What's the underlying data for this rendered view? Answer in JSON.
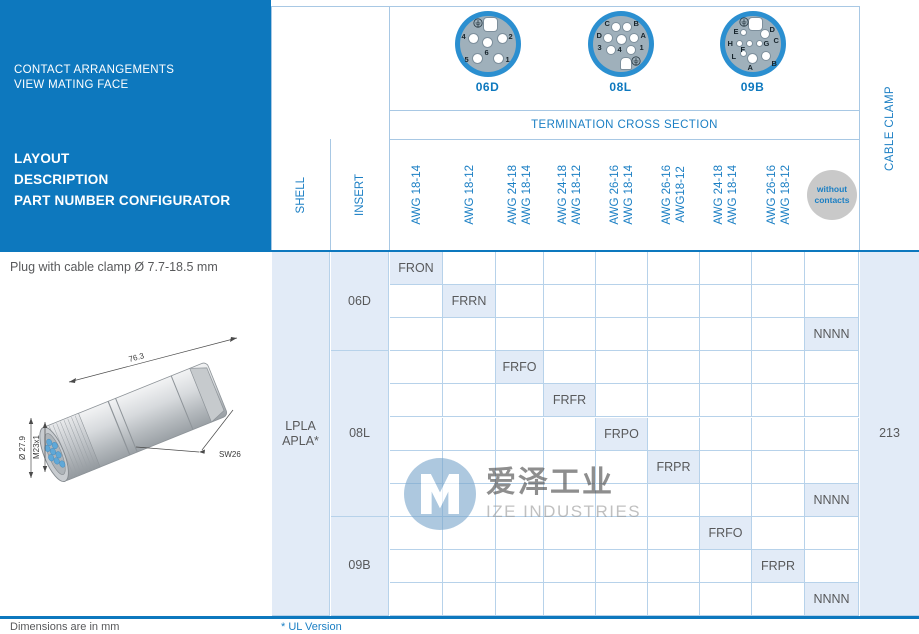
{
  "header": {
    "panel_line1": "CONTACT ARRANGEMENTS",
    "panel_line2": "VIEW MATING FACE",
    "panel_title1": "LAYOUT",
    "panel_title2": "DESCRIPTION",
    "panel_title3": "PART NUMBER CONFIGURATOR",
    "termination_header": "TERMINATION CROSS SECTION",
    "shell_label": "SHELL",
    "insert_label": "INSERT",
    "cable_clamp_label": "CABLE CLAMP",
    "without_contacts_line1": "without",
    "without_contacts_line2": "contacts"
  },
  "connectors": [
    {
      "name": "06D",
      "pins": [
        "4",
        "2",
        "6",
        "5",
        "1"
      ],
      "ground": true
    },
    {
      "name": "08L",
      "pins": [
        "C",
        "B",
        "D",
        "A",
        "3",
        "4",
        "1"
      ],
      "ground": true
    },
    {
      "name": "09B",
      "pins": [
        "E",
        "D",
        "C",
        "H",
        "F",
        "G",
        "L",
        "A",
        "B"
      ],
      "ground": true
    }
  ],
  "awg_columns": [
    {
      "line1": "AWG 18-14",
      "line2": ""
    },
    {
      "line1": "AWG 18-12",
      "line2": ""
    },
    {
      "line1": "AWG 24-18",
      "line2": "AWG 18-14"
    },
    {
      "line1": "AWG 24-18",
      "line2": "AWG 18-12"
    },
    {
      "line1": "AWG 26-16",
      "line2": "AWG 18-14"
    },
    {
      "line1": "AWG 26-16",
      "line2": "AWG18-12"
    },
    {
      "line1": "AWG 24-18",
      "line2": "AWG 18-14"
    },
    {
      "line1": "AWG 26-16",
      "line2": "AWG 18-12"
    },
    {
      "line1": "",
      "line2": ""
    }
  ],
  "row_description": "Plug with cable clamp Ø 7.7-18.5 mm",
  "shell_value": "LPLA\nAPLA*",
  "shell_value_line1": "LPLA",
  "shell_value_line2": "APLA*",
  "cable_clamp_value": "213",
  "insert_groups": [
    {
      "label": "06D",
      "rows": 3
    },
    {
      "label": "08L",
      "rows": 5
    },
    {
      "label": "09B",
      "rows": 3
    }
  ],
  "matrix": [
    [
      "FRON",
      "",
      "",
      "",
      "",
      "",
      "",
      "",
      ""
    ],
    [
      "",
      "FRRN",
      "",
      "",
      "",
      "",
      "",
      "",
      ""
    ],
    [
      "",
      "",
      "",
      "",
      "",
      "",
      "",
      "",
      "NNNN"
    ],
    [
      "",
      "",
      "FRFO",
      "",
      "",
      "",
      "",
      "",
      ""
    ],
    [
      "",
      "",
      "",
      "FRFR",
      "",
      "",
      "",
      "",
      ""
    ],
    [
      "",
      "",
      "",
      "",
      "FRPO",
      "",
      "",
      "",
      ""
    ],
    [
      "",
      "",
      "",
      "",
      "",
      "FRPR",
      "",
      "",
      ""
    ],
    [
      "",
      "",
      "",
      "",
      "",
      "",
      "",
      "",
      "NNNN"
    ],
    [
      "",
      "",
      "",
      "",
      "",
      "",
      "FRFO",
      "",
      ""
    ],
    [
      "",
      "",
      "",
      "",
      "",
      "",
      "",
      "FRPR",
      ""
    ],
    [
      "",
      "",
      "",
      "",
      "",
      "",
      "",
      "",
      "NNNN"
    ]
  ],
  "product_image": {
    "length": "76.3",
    "diameter": "Ø 27.9",
    "thread": "M23x1",
    "wrench": "SW26"
  },
  "footer": {
    "left": "Dimensions are in mm",
    "center": "* UL Version"
  },
  "watermark": {
    "cn": "爱泽工业",
    "en": "IZE INDUSTRIES"
  },
  "colors": {
    "brand_blue": "#0d78be",
    "header_text_blue": "#1b7fc4",
    "cell_fill": "#e2ebf7",
    "grid_line": "#b7d2ea"
  }
}
